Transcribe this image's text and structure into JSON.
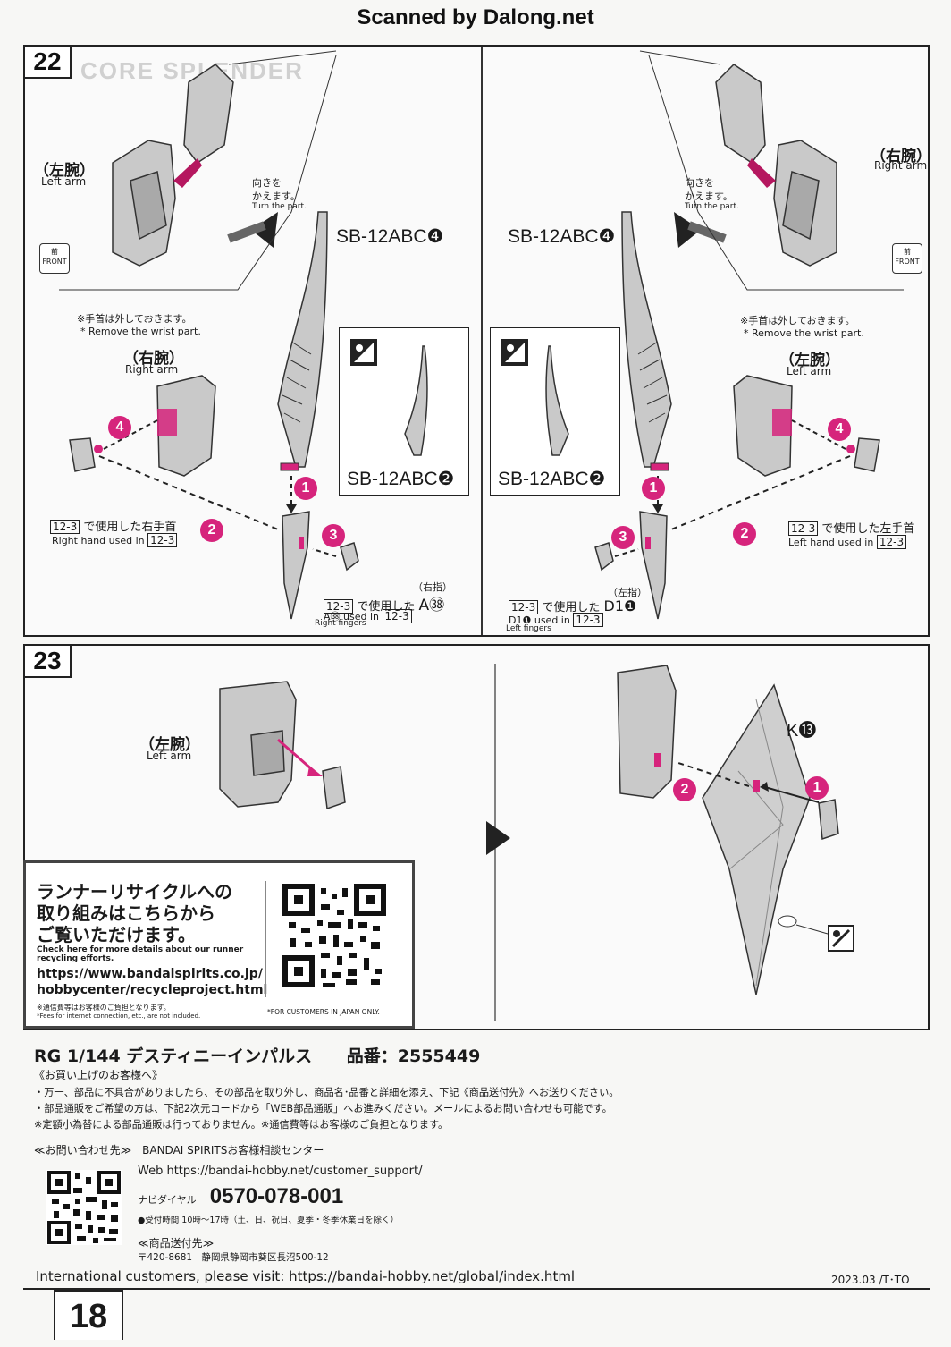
{
  "watermark": "Scanned by Dalong.net",
  "step22": {
    "number": "22",
    "left": {
      "arm_jp": "（左腕）",
      "arm_en": "Left arm",
      "turn_jp_1": "向きを",
      "turn_jp_2": "かえます。",
      "turn_en": "Turn the part.",
      "front_jp": "前",
      "front_en": "FRONT",
      "sb_part": "SB-12ABC❹",
      "wrist_jp": "※手首は外しておきます。",
      "wrist_en": "* Remove the wrist part.",
      "arm2_jp": "（右腕）",
      "arm2_en": "Right arm",
      "ref_box": "12-3",
      "hand_jp": "で使用した右手首",
      "hand_en": "Right hand used in",
      "finger_hint": "（右指）",
      "finger_jp": "で使用した",
      "finger_part": "A㊳",
      "finger_en_part": "A㊳",
      "finger_en": "used in",
      "finger_small": "Right fingers",
      "detail_part": "SB-12ABC❷"
    },
    "right": {
      "arm_jp": "（右腕）",
      "arm_en": "Right arm",
      "turn_jp_1": "向きを",
      "turn_jp_2": "かえます。",
      "turn_en": "Turn the part.",
      "front_jp": "前",
      "front_en": "FRONT",
      "sb_part": "SB-12ABC❹",
      "wrist_jp": "※手首は外しておきます。",
      "wrist_en": "* Remove the wrist part.",
      "arm2_jp": "（左腕）",
      "arm2_en": "Left arm",
      "ref_box": "12-3",
      "hand_jp": "で使用した左手首",
      "hand_en": "Left hand used in",
      "finger_hint": "（左指）",
      "finger_jp": "で使用した",
      "finger_part": "D1❶",
      "finger_en_part": "D1❶",
      "finger_en": "used in",
      "finger_small": "Left fingers",
      "detail_part": "SB-12ABC❷"
    }
  },
  "step23": {
    "number": "23",
    "arm_jp": "（左腕）",
    "arm_en": "Left arm",
    "part_label": "K⓭"
  },
  "recycle": {
    "title_1": "ランナーリサイクルへの",
    "title_2": "取り組みはこちらから",
    "title_3": "ご覧いただけます。",
    "en_1": "Check here for more details about our runner",
    "en_2": "recycling efforts.",
    "url_1": "https://www.bandaispirits.co.jp/",
    "url_2": "hobbycenter/recycleproject.html",
    "fee_jp": "※通信費等はお客様のご負担となります。",
    "fee_en": "*Fees for internet connection, etc., are not included.",
    "japan_only": "*FOR CUSTOMERS IN JAPAN ONLY."
  },
  "footer": {
    "product": "RG 1/144 デスティニーインパルス",
    "item_label": "品番：2555449",
    "customer_heading": "《お買い上げのお客様へ》",
    "line_1": "・万一、部品に不具合がありましたら、その部品を取り外し、商品名･品番と詳細を添え、下記《商品送付先》へお送りください。",
    "line_2": "・部品通販をご希望の方は、下記2次元コードから「WEB部品通販」へお進みください。メールによるお問い合わせも可能です。",
    "line_3": "※定額小為替による部品通販は行っておりません。※通信費等はお客様のご負担となります。",
    "contact_heading": "≪お問い合わせ先≫　BANDAI SPIRITSお客様相談センター",
    "web": "Web https://bandai-hobby.net/customer_support/",
    "navi_label": "ナビダイヤル",
    "navi_number": "0570-078-001",
    "hours": "●受付時間 10時～17時（土、日、祝日、夏季・冬季休業日を除く）",
    "ship_heading": "≪商品送付先≫",
    "address": "〒420-8681　静岡県静岡市葵区長沼500-12",
    "international": "International customers, please visit: https://bandai-hobby.net/global/index.html",
    "code": "2023.03 /T･TO",
    "page": "18"
  }
}
